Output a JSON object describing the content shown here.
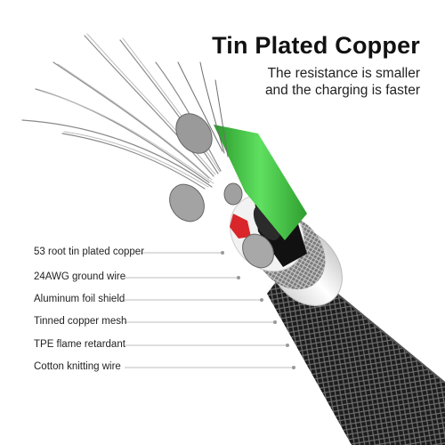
{
  "header": {
    "title": "Tin Plated Copper",
    "subtitle_line1": "The resistance is smaller",
    "subtitle_line2": "and the charging is faster"
  },
  "callouts": [
    {
      "label": "53 root tin plated copper"
    },
    {
      "label": "24AWG ground wire"
    },
    {
      "label": "Aluminum foil shield"
    },
    {
      "label": "Tinned copper mesh"
    },
    {
      "label": "TPE flame retardant"
    },
    {
      "label": "Cotton knitting wire"
    }
  ],
  "colors": {
    "green_insulation": "#3fbf3a",
    "red_insulation": "#d8262a",
    "black_jacket": "#1e1e1e",
    "white_tpe": "#f4f4f4",
    "tinned_mesh": "#8a8a8a"
  }
}
